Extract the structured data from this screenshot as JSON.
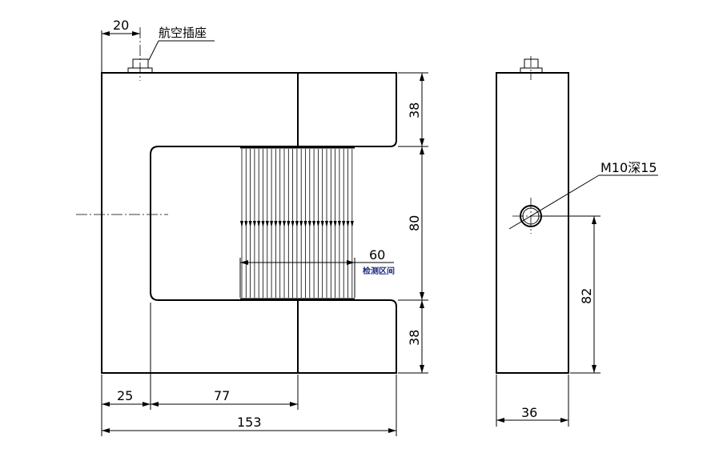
{
  "front_view": {
    "connector_label": "航空插座",
    "dim_connector_offset": "20",
    "dim_top_arm": "38",
    "dim_window_height": "80",
    "dim_bottom_arm": "38",
    "dim_detection_width": "60",
    "detection_label": "检测区间",
    "dim_left_leg": "25",
    "dim_window_depth": "77",
    "dim_total_width": "153"
  },
  "side_view": {
    "hole_label": "M10深15",
    "dim_hole_height": "82",
    "dim_thickness": "36"
  }
}
